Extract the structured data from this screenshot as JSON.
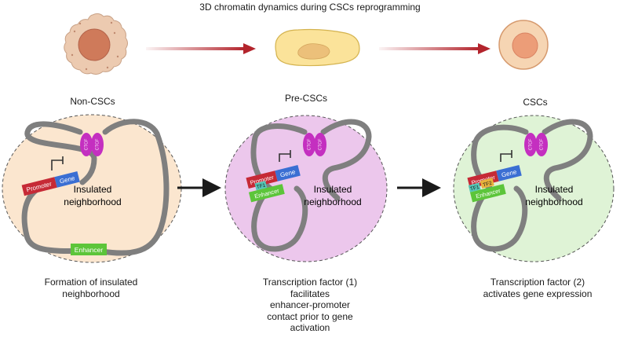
{
  "title": "3D chromatin dynamics during CSCs reprogramming",
  "stages": [
    {
      "label": "Non-CSCs",
      "caption": [
        "Formation of insulated",
        "neighborhood"
      ]
    },
    {
      "label": "Pre-CSCs",
      "caption": [
        "Transcription factor (1)",
        "facilitates",
        "enhancer-promoter",
        "contact prior to gene",
        "activation"
      ]
    },
    {
      "label": "CSCs",
      "caption": [
        "Transcription factor (2)",
        "activates gene expression"
      ]
    }
  ],
  "diagram": {
    "ctcf": "CTCF",
    "promoter": "Promoter",
    "gene": "Gene",
    "enhancer": "Enhancer",
    "tf1": "TF1",
    "tf2": "TF2",
    "insulated_line1": "Insulated",
    "insulated_line2": "neighborhood"
  },
  "colors": {
    "arrow_red": "#b3242c",
    "promoter": "#c62a36",
    "gene": "#3b6fd3",
    "enhancer": "#5cc53a",
    "ctcf": "#c42fc0",
    "tf1": "#55c6b6",
    "tf2": "#e8b23c",
    "loop": "#7f7f7f",
    "circle1": "#fbe6cf",
    "circle2": "#ecc7ec",
    "circle3": "#dff3d6"
  }
}
